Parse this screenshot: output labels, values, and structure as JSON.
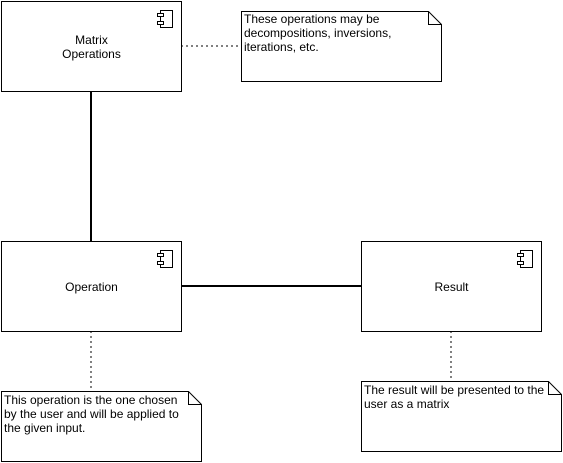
{
  "diagram": {
    "components": {
      "matrix_operations": {
        "label": "Matrix\nOperations",
        "icon": "component-icon"
      },
      "operation": {
        "label": "Operation",
        "icon": "component-icon"
      },
      "result": {
        "label": "Result",
        "icon": "component-icon"
      }
    },
    "notes": {
      "matrix_operations_note": "These operations may be\ndecompositions, inversions,\niterations, etc.",
      "operation_note": "This operation is the one chosen\nby the user and will be applied to\nthe given input.",
      "result_note": "The result will be presented to the\nuser as a matrix"
    },
    "colors": {
      "stroke": "#000000",
      "fill": "#ffffff"
    }
  }
}
